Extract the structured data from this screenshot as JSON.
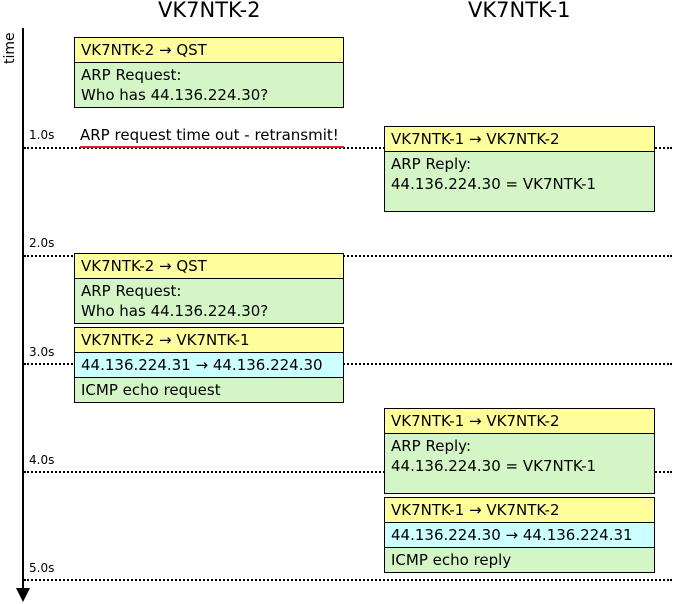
{
  "columns": [
    "VK7NTK-2",
    "VK7NTK-1"
  ],
  "axis_label": "time",
  "ticks": [
    "1.0s",
    "2.0s",
    "3.0s",
    "4.0s",
    "5.0s"
  ],
  "note": "ARP request time out - retransmit!",
  "messages": [
    {
      "header": "VK7NTK-2 → QST",
      "body": "ARP Request:\nWho has 44.136.224.30?"
    },
    {
      "header": "VK7NTK-1 → VK7NTK-2",
      "body": "ARP Reply:\n44.136.224.30 = VK7NTK-1"
    },
    {
      "header": "VK7NTK-2 → QST",
      "body": "ARP Request:\nWho has 44.136.224.30?"
    },
    {
      "header": "VK7NTK-2 → VK7NTK-1",
      "ip": "44.136.224.31 → 44.136.224.30",
      "body": "ICMP echo request"
    },
    {
      "header": "VK7NTK-1 → VK7NTK-2",
      "body": "ARP Reply:\n44.136.224.30 = VK7NTK-1"
    },
    {
      "header": "VK7NTK-1 → VK7NTK-2",
      "ip": "44.136.224.30 → 44.136.224.31",
      "body": "ICMP echo reply"
    }
  ]
}
